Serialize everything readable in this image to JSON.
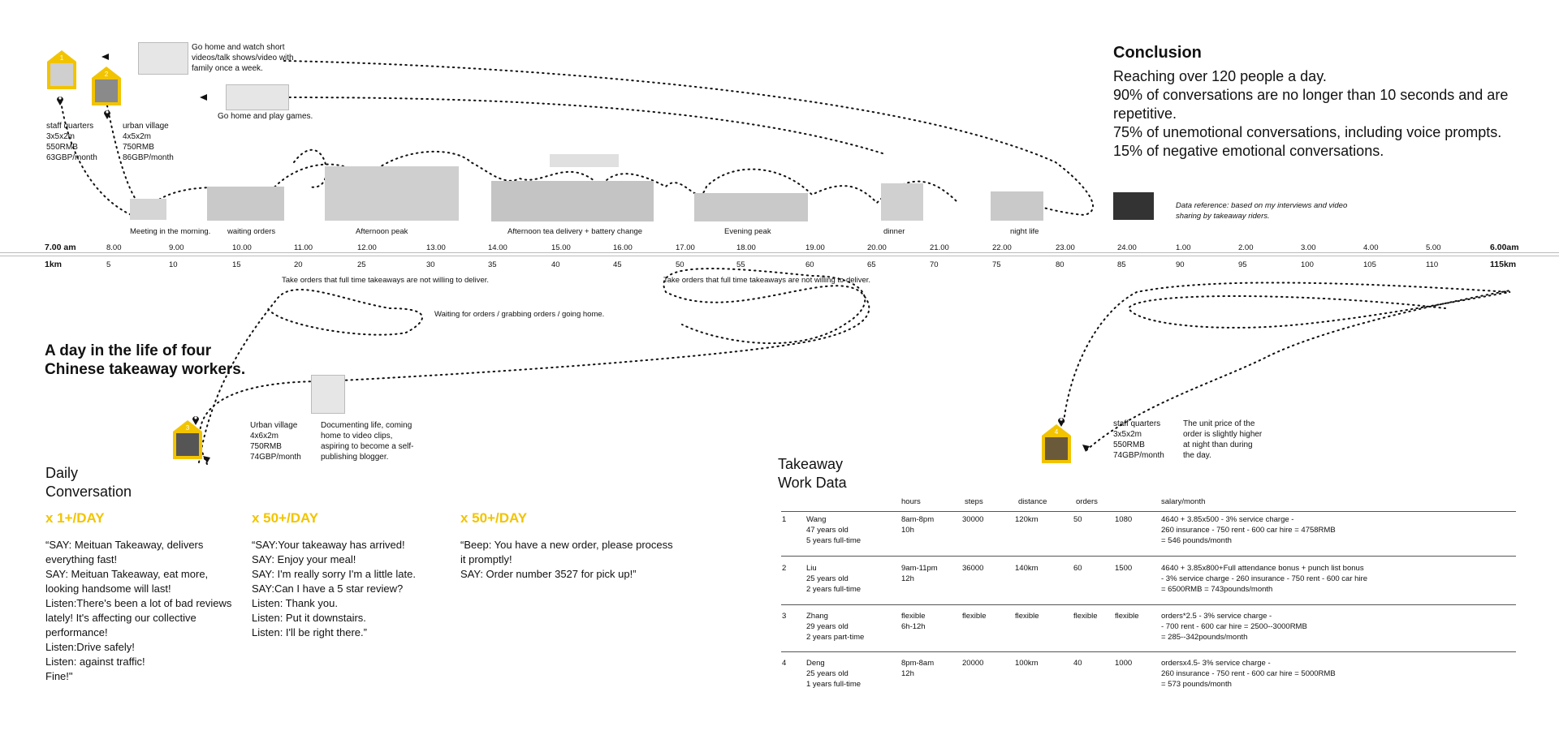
{
  "conclusion": {
    "title": "Conclusion",
    "lines": [
      "Reaching over 120 people a day.",
      "90% of conversations are no longer than 10 seconds and are repetitive.",
      "75% of unemotional conversations, including voice prompts.",
      "15% of negative emotional conversations."
    ],
    "reference": "Data reference: based on my interviews and video sharing by takeaway riders."
  },
  "home_activities": {
    "videos": "Go home and watch short videos/talk shows/video with family once a week.",
    "games": "Go home and play games."
  },
  "homes": [
    {
      "num": "1",
      "lines": [
        "staff quarters",
        "3x5x2m",
        "550RMB",
        "63GBP/month"
      ]
    },
    {
      "num": "2",
      "lines": [
        "urban village",
        "4x5x2m",
        "750RMB",
        "86GBP/month"
      ]
    },
    {
      "num": "3",
      "lines": [
        "Urban village",
        "4x6x2m",
        "750RMB",
        "74GBP/month"
      ]
    },
    {
      "num": "4",
      "lines": [
        "staff quarters",
        "3x5x2m",
        "550RMB",
        "74GBP/month"
      ]
    }
  ],
  "timeline": {
    "events": [
      "Meeting in the morning.",
      "waiting orders",
      "Afternoon peak",
      "Afternoon tea delivery + battery change",
      "Evening peak",
      "dinner",
      "night life"
    ],
    "times": [
      "7.00 am",
      "8.00",
      "9.00",
      "10.00",
      "11.00",
      "12.00",
      "13.00",
      "14.00",
      "15.00",
      "16.00",
      "17.00",
      "18.00",
      "19.00",
      "20.00",
      "21.00",
      "22.00",
      "23.00",
      "24.00",
      "1.00",
      "2.00",
      "3.00",
      "4.00",
      "5.00",
      "6.00am"
    ],
    "kms": [
      "1km",
      "5",
      "10",
      "15",
      "20",
      "25",
      "30",
      "35",
      "40",
      "45",
      "50",
      "55",
      "60",
      "65",
      "70",
      "75",
      "80",
      "85",
      "90",
      "95",
      "100",
      "105",
      "110",
      "115km"
    ]
  },
  "notes": {
    "take_orders_1": "Take orders that full time takeaways are not willing to deliver.",
    "take_orders_2": "Take orders that full time takeaways are not willing to deliver.",
    "waiting": "Waiting for orders / grabbing orders / going home.",
    "documenting": "Documenting life, coming home to video clips, aspiring to become a self-publishing blogger.",
    "unit_price": "The unit price of the order is slightly higher at night than during the day."
  },
  "title": "A day in the life of four Chinese takeaway workers.",
  "conversation": {
    "title": "Daily Conversation",
    "columns": [
      {
        "freq": "x 1+/DAY",
        "lines": [
          "“SAY: Meituan Takeaway, delivers everything fast!",
          "SAY: Meituan Takeaway, eat more, looking handsome will last!",
          "Listen:There's been a lot of bad reviews lately! It's affecting our collective performance!",
          "Listen:Drive safely!",
          "Listen: against traffic!",
          "Fine!\""
        ]
      },
      {
        "freq": "x 50+/DAY",
        "lines": [
          "“SAY:Your takeaway has arrived!",
          "SAY: Enjoy your meal!",
          "SAY: I'm really sorry I'm a little late.",
          "SAY:Can I have a 5 star review?",
          "Listen: Thank you.",
          "Listen: Put it downstairs.",
          "Listen: I'll be right there.”"
        ]
      },
      {
        "freq": "x 50+/DAY",
        "lines": [
          "“Beep: You have a new order, please process it promptly!",
          "SAY: Order number 3527 for pick up!”"
        ]
      }
    ]
  },
  "work_data": {
    "title": "Takeaway Work Data",
    "headers": {
      "hours": "hours",
      "steps": "steps",
      "distance": "distance",
      "orders": "orders",
      "salary": "salary/month"
    },
    "rows": [
      {
        "no": "1",
        "name": [
          "Wang",
          "47 years old",
          "5 years full-time"
        ],
        "hours": [
          "8am-8pm",
          "10h"
        ],
        "steps": "30000",
        "distance": "120km",
        "orders": "50",
        "extra": "1080",
        "salary": [
          "4640 + 3.85x500 - 3% service charge -",
          "260 insurance - 750 rent - 600 car hire = 4758RMB",
          "= 546 pounds/month"
        ]
      },
      {
        "no": "2",
        "name": [
          "Liu",
          "25 years old",
          "2 years full-time"
        ],
        "hours": [
          "9am-11pm",
          "12h"
        ],
        "steps": "36000",
        "distance": "140km",
        "orders": "60",
        "extra": "1500",
        "salary": [
          "4640 + 3.85x800+Full attendance bonus + punch list bonus",
          " - 3% service charge - 260 insurance - 750 rent - 600 car hire",
          "= 6500RMB = 743pounds/month"
        ]
      },
      {
        "no": "3",
        "name": [
          "Zhang",
          "29 years old",
          "2 years part-time"
        ],
        "hours": [
          "flexible",
          "6h-12h"
        ],
        "steps": "flexible",
        "distance": "flexible",
        "orders": "flexible",
        "extra": "flexible",
        "salary": [
          "orders*2.5 - 3% service charge -",
          " - 700 rent - 600 car hire = 2500--3000RMB",
          "= 285--342pounds/month"
        ]
      },
      {
        "no": "4",
        "name": [
          "Deng",
          "25 years old",
          "1 years full-time"
        ],
        "hours": [
          " 8pm-8am",
          " 12h"
        ],
        "steps": "20000",
        "distance": "100km",
        "orders": "40",
        "extra": "1000",
        "salary": [
          "ordersx4.5- 3% service charge -",
          "260 insurance - 750 rent - 600 car hire = 5000RMB",
          "= 573 pounds/month"
        ]
      }
    ]
  },
  "colors": {
    "accent": "#f2c400",
    "ink": "#111111"
  }
}
